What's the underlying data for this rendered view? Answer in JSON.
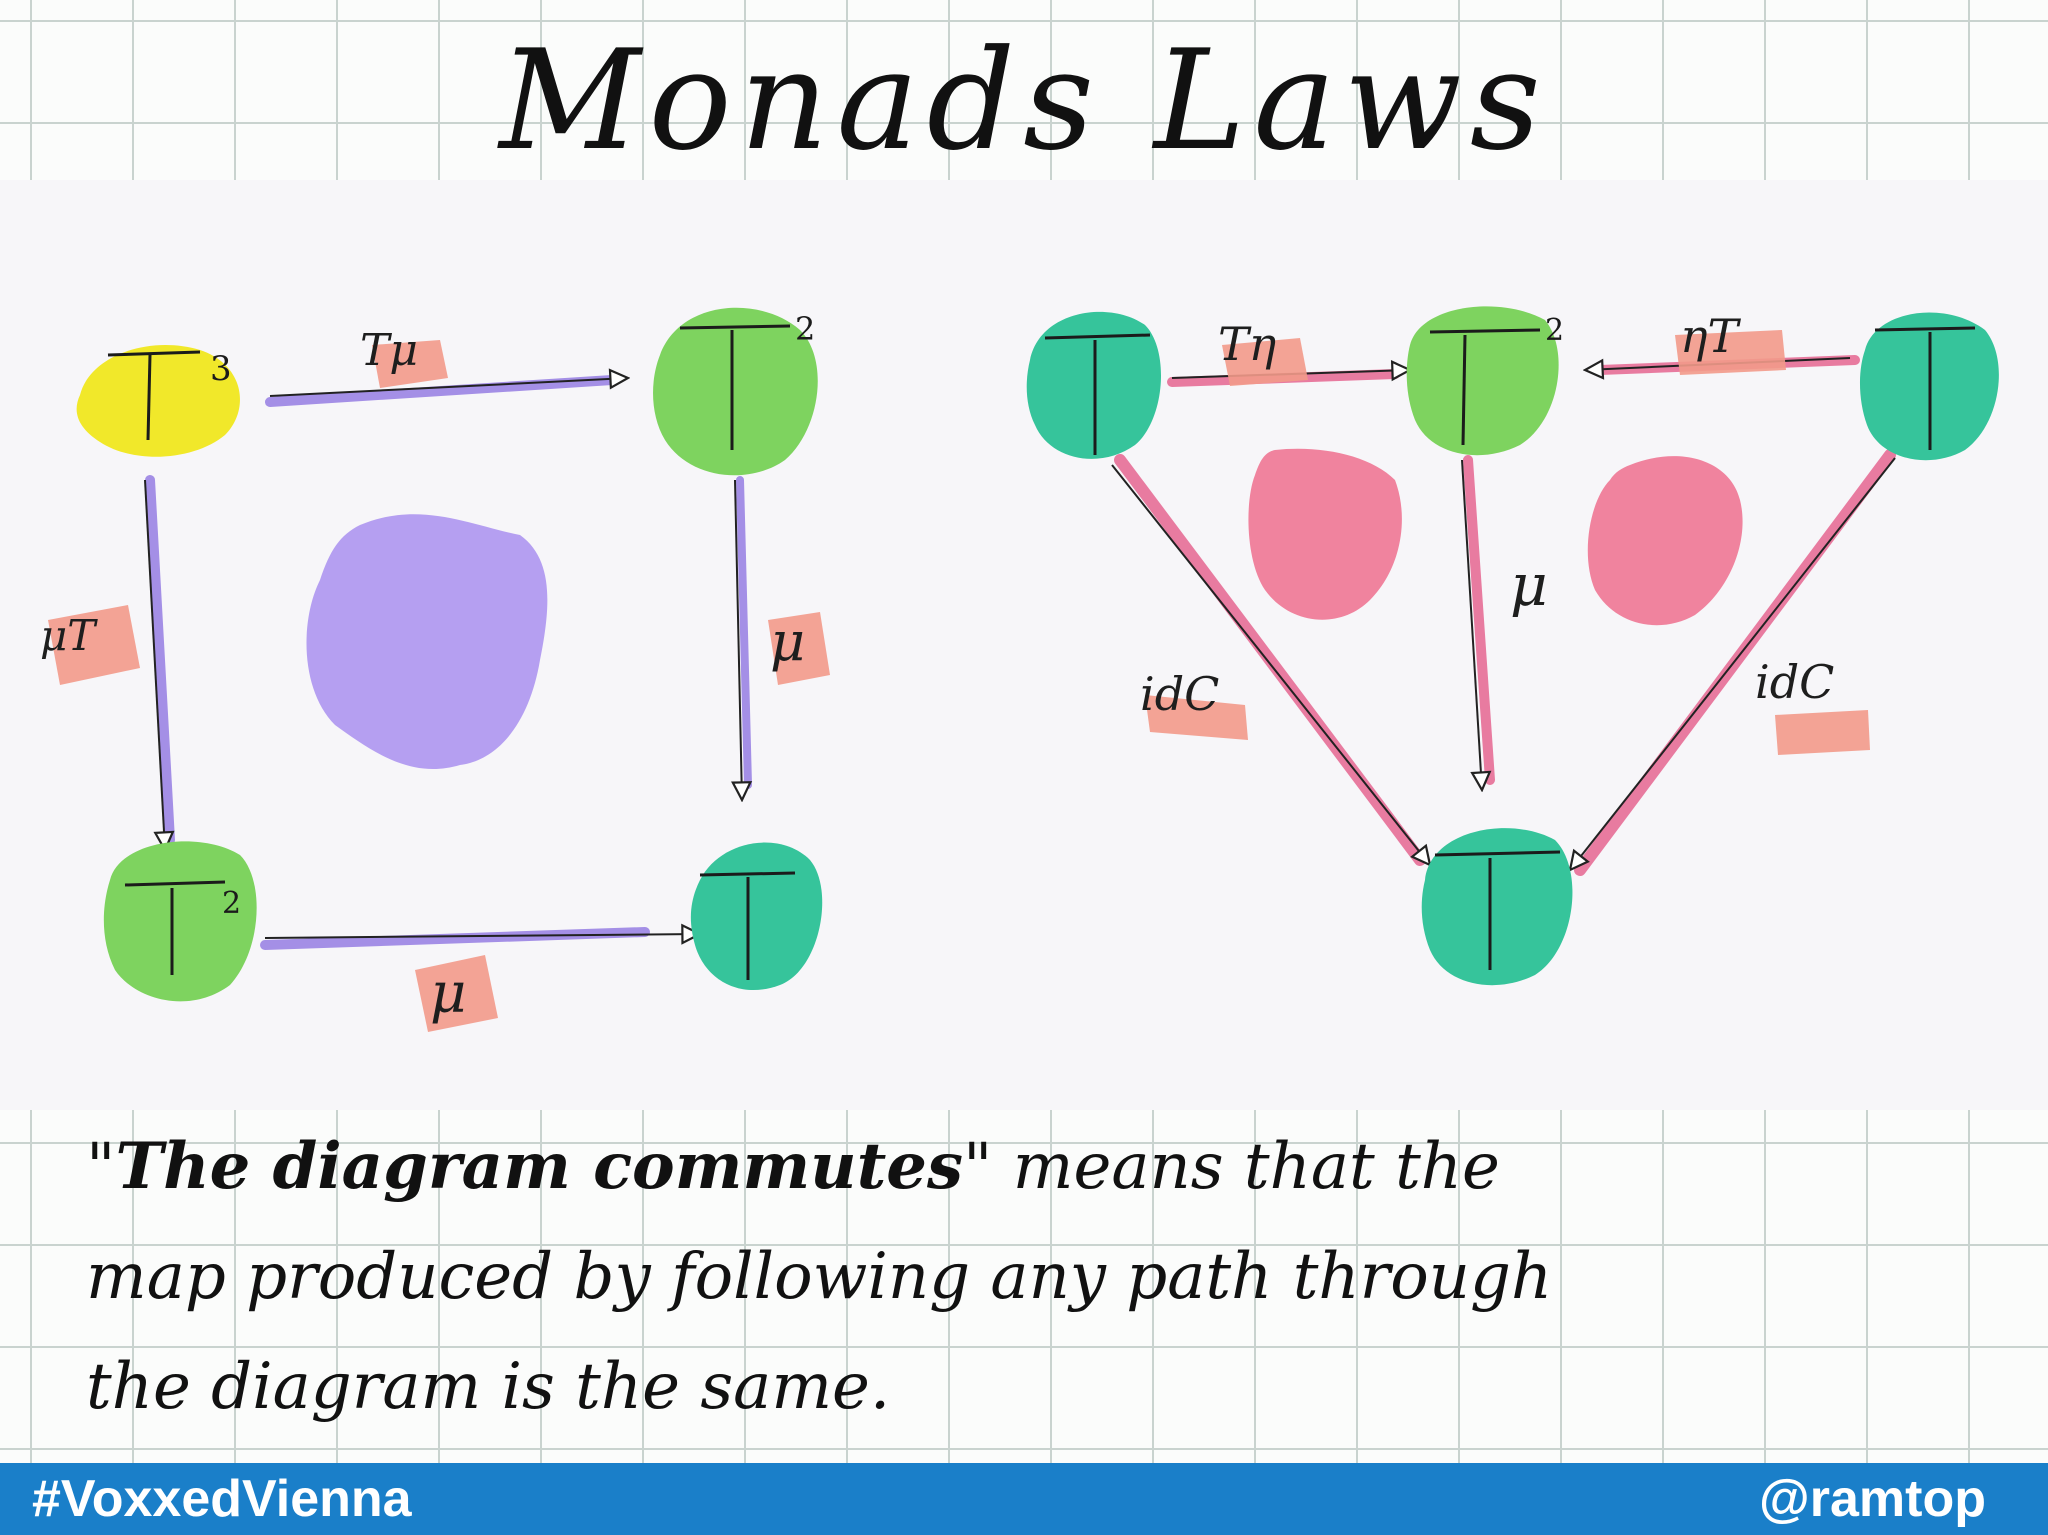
{
  "title": "Monads Laws",
  "diagram": {
    "square": {
      "nodes": [
        {
          "id": "t3",
          "label": "T",
          "sup": "3",
          "color": "#f1e82a"
        },
        {
          "id": "t2_top",
          "label": "T",
          "sup": "2",
          "color": "#7ed35f"
        },
        {
          "id": "t2_bottom",
          "label": "T",
          "sup": "2",
          "color": "#7ed35f"
        },
        {
          "id": "t1",
          "label": "T",
          "sup": "",
          "color": "#36c49b"
        }
      ],
      "edges": [
        {
          "from": "t3",
          "to": "t2_top",
          "label": "Tμ"
        },
        {
          "from": "t3",
          "to": "t2_bottom",
          "label": "μT"
        },
        {
          "from": "t2_top",
          "to": "t1",
          "label": "μ"
        },
        {
          "from": "t2_bottom",
          "to": "t1",
          "label": "μ"
        }
      ],
      "region_color": "#a98ff0"
    },
    "triangle": {
      "nodes": [
        {
          "id": "left",
          "label": "T",
          "sup": "",
          "color": "#36c49b"
        },
        {
          "id": "center",
          "label": "T",
          "sup": "2",
          "color": "#7ed35f"
        },
        {
          "id": "right",
          "label": "T",
          "sup": "",
          "color": "#36c49b"
        },
        {
          "id": "bottom",
          "label": "T",
          "sup": "",
          "color": "#36c49b"
        }
      ],
      "edges": [
        {
          "from": "left",
          "to": "center",
          "label": "Tη"
        },
        {
          "from": "right",
          "to": "center",
          "label": "ηT"
        },
        {
          "from": "center",
          "to": "bottom",
          "label": "μ"
        },
        {
          "from": "left",
          "to": "bottom",
          "label": "idC"
        },
        {
          "from": "right",
          "to": "bottom",
          "label": "idC"
        }
      ],
      "region_color": "#ef6e8e"
    },
    "label_highlight_color": "#f29a8a",
    "arrow_color_square": "#a48fe6",
    "arrow_color_triangle": "#e87ba0"
  },
  "caption": {
    "quote_open": "\"",
    "emphasis": "The diagram commutes",
    "quote_close": "\"",
    "line1_rest": " means that the",
    "line2": "map produced by following any path through",
    "line3": "the diagram is the same."
  },
  "footer": {
    "hashtag": "#VoxxedVienna",
    "handle": "@ramtop",
    "background": "#1a7fc9"
  }
}
